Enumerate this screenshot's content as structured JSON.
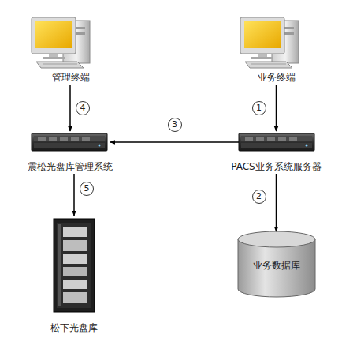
{
  "diagram": {
    "nodes": [
      {
        "text": [
          "管理终端"
        ]
      },
      {
        "text": [
          "业务终端"
        ]
      },
      {
        "text": [
          "震松光盘库管理系统"
        ]
      },
      {
        "text": [
          "PACS业务系统服务器"
        ]
      },
      {
        "text": [
          "业务数据库"
        ]
      },
      {
        "text": [
          "松下光盘库"
        ]
      }
    ],
    "edges": [
      {
        "from": 1,
        "to": 3,
        "arrow": "to",
        "label": "1"
      },
      {
        "from": 3,
        "to": 4,
        "arrow": "to",
        "label": "2"
      },
      {
        "from": 3,
        "to": 2,
        "arrow": "to",
        "label": "3"
      },
      {
        "from": 0,
        "to": 2,
        "arrow": "to",
        "label": "4"
      },
      {
        "from": 2,
        "to": 5,
        "arrow": "to",
        "label": "5"
      }
    ]
  }
}
